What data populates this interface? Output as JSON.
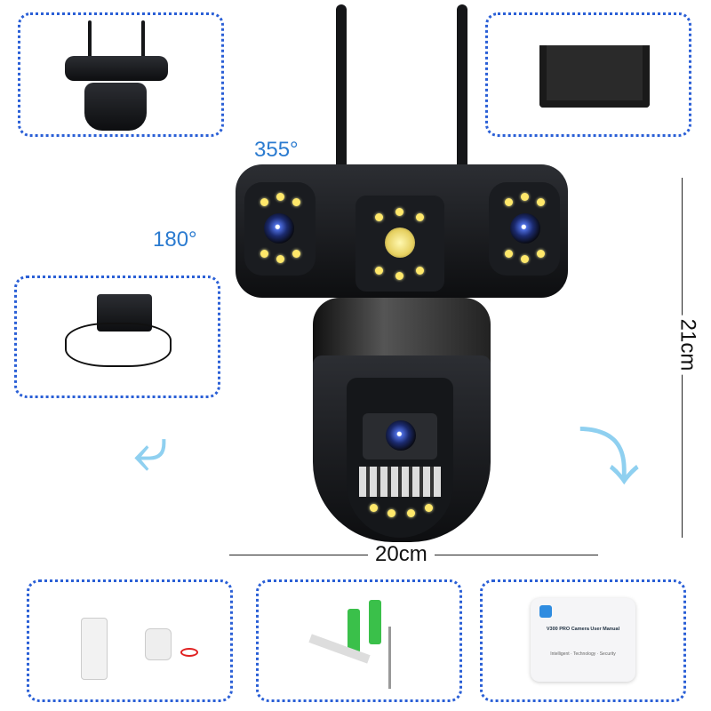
{
  "dimensions": {
    "height": "21cm",
    "width": "20cm"
  },
  "rotation": {
    "horizontal": "355°",
    "vertical": "180°"
  },
  "manual": {
    "title": "V300 PRO Camera User Manual",
    "tagline": "Intelligent · Technology · Security"
  },
  "colors": {
    "frame": "#2a5fd6",
    "angle_text": "#2b7bd0",
    "arrow": "#8fd0f0"
  }
}
